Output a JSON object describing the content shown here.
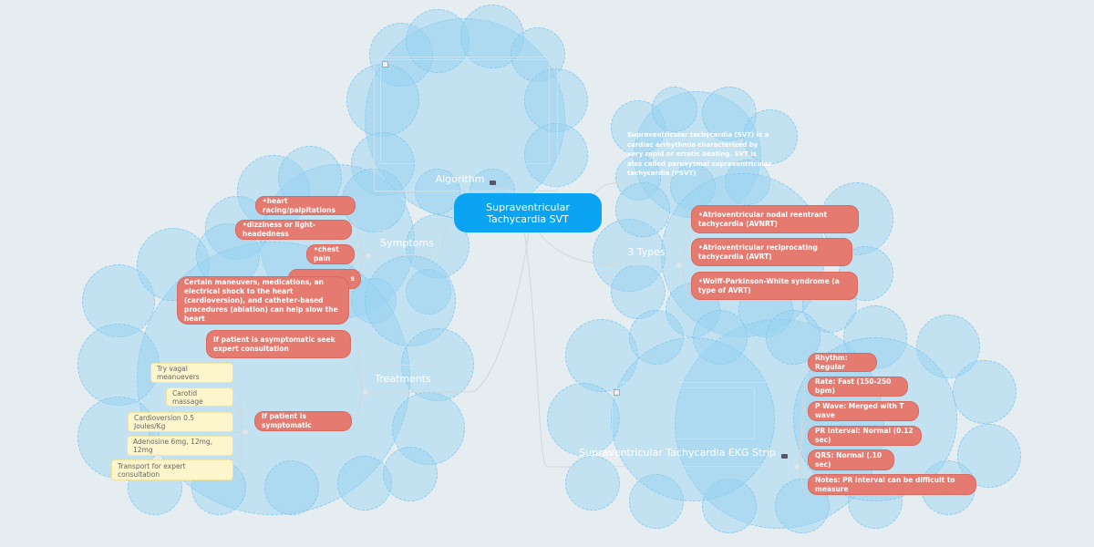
{
  "central": {
    "title": "Supraventricular Tachycardia SVT"
  },
  "algorithm": {
    "label": "Algorithm",
    "icon": "attachment-icon"
  },
  "description": {
    "text": "Supraventricular tachycardia (SVT) is a cardiac arrhythmia characterized by very rapid or erratic beating. SVT is also called paroxysmal supraventricular tachycardia (PSVT)"
  },
  "types": {
    "label": "3 Types",
    "items": [
      "•Atrioventricular nodal reentrant tachycardia (AVNRT)",
      "•Atrioventricular reciprocating tachycardia (AVRT)",
      "•Wolff-Parkinson-White syndrome (a type of AVRT)"
    ]
  },
  "symptoms": {
    "label": "Symptoms",
    "items": [
      "•heart racing/palpitations",
      "•dizziness or light-headedness",
      "•chest pain",
      "s"
    ]
  },
  "treatments": {
    "label": "Treatments",
    "items": [
      "Certain maneuvers, medications, an electrical shock to the heart (cardioversion), and catheter-based procedures (ablation) can help slow the heart",
      "If patient is asymptomatic seek expert consultation",
      "If patient is symptomatic"
    ],
    "symptomatic_steps": [
      "Try vagal meanuevers",
      "Carotid massage",
      "Cardioversion 0.5 Joules/Kg",
      "Adenosine 6mg, 12mg, 12mg",
      "Transport for expert consultation"
    ]
  },
  "ekg": {
    "label": "Supraventricular Tachycardia EKG Strip",
    "icon": "attachment-icon",
    "items": [
      "Rhythm: Regular",
      "Rate: Fast (150-250 bpm)",
      "P Wave: Merged with T wave",
      "PR Interval: Normal (0.12 sec)",
      "QRS: Normal (.10 sec)",
      "Notes: PR interval can be difficult to measure"
    ]
  },
  "colors": {
    "central": "#0aa4f2",
    "pill": "#e57a70",
    "note": "#fdf5cc",
    "background": "#e6edf1"
  }
}
